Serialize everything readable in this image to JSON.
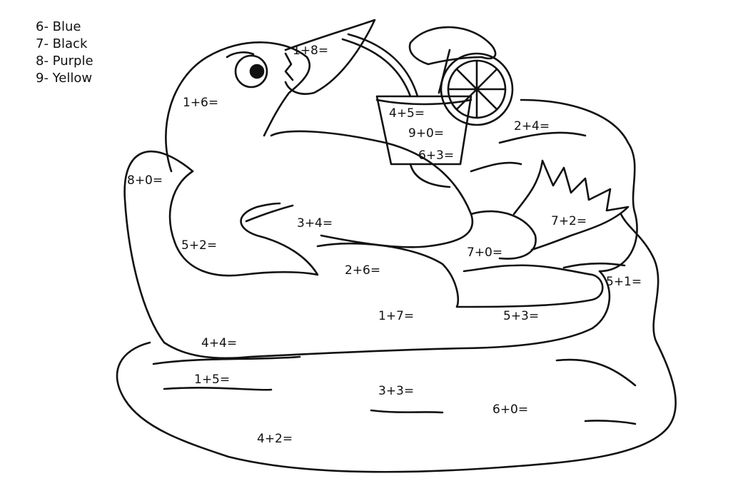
{
  "legend": [
    "6- Blue",
    "7- Black",
    "8- Purple",
    "9- Yellow"
  ],
  "labels": {
    "beak_tip": "1+8=",
    "head": "1+6=",
    "cup_top": "4+5=",
    "cup_mid": "9+0=",
    "cup_low": "6+3=",
    "float_top_right": "2+4=",
    "float_left": "8+0=",
    "wing_top": "3+4=",
    "feet": "7+2=",
    "wing_left": "5+2=",
    "foot_base": "7+0=",
    "belly": "2+6=",
    "float_right": "5+1=",
    "body_mid": "1+7=",
    "body_right": "5+3=",
    "float_bottom": "4+4=",
    "water_left": "1+5=",
    "water_mid": "3+3=",
    "water_right": "6+0=",
    "water_bottom": "4+2="
  }
}
